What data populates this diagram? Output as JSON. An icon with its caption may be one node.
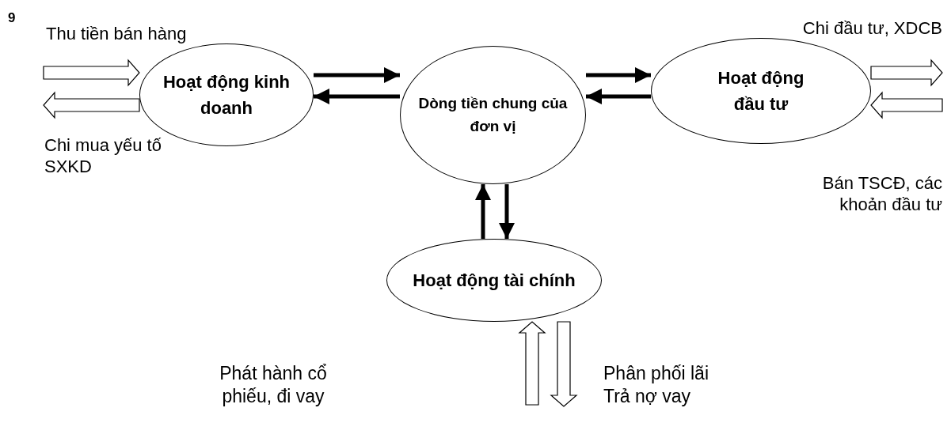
{
  "diagram": {
    "nodes": [
      {
        "text": [
          "Hoạt động kinh doanh"
        ]
      },
      {
        "text": [
          "Dòng tiền chung của đơn vị"
        ]
      },
      {
        "text": [
          "Hoạt động đầu tư"
        ]
      },
      {
        "text": [
          "Hoạt động tài chính"
        ]
      },
      {
        "text": [
          "Thu tiền bán hàng"
        ]
      },
      {
        "text": [
          "Chi mua  yếu tố SXKD"
        ]
      },
      {
        "text": [
          "Chi đầu tư, XDCB"
        ]
      },
      {
        "text": [
          "Bán TSCĐ, các khoản đầu tư"
        ]
      }
    ],
    "edges": [
      {
        "from": 0,
        "to": 1,
        "arrow": "to"
      },
      {
        "from": 1,
        "to": 0,
        "arrow": "to"
      },
      {
        "from": 1,
        "to": 2,
        "arrow": "to"
      },
      {
        "from": 2,
        "to": 1,
        "arrow": "to"
      },
      {
        "from": 3,
        "to": 1,
        "arrow": "to"
      },
      {
        "from": 1,
        "to": 3,
        "arrow": "to"
      },
      {
        "from": 4,
        "to": 0,
        "arrow": "to",
        "style": "thick"
      },
      {
        "from": 0,
        "to": 5,
        "arrow": "to",
        "style": "thick"
      },
      {
        "from": 2,
        "to": 6,
        "arrow": "to",
        "style": "thick"
      },
      {
        "from": 7,
        "to": 2,
        "arrow": "to",
        "style": "thick"
      },
      {
        "from": null,
        "to": 3,
        "arrow": "to",
        "style": "thick"
      },
      {
        "from": 3,
        "to": null,
        "arrow": "to",
        "style": "thick"
      }
    ],
    "labels": [
      "9",
      "Phát hành cổ phiếu, đi vay",
      "Phân phối lãi Trả nợ vay"
    ]
  }
}
